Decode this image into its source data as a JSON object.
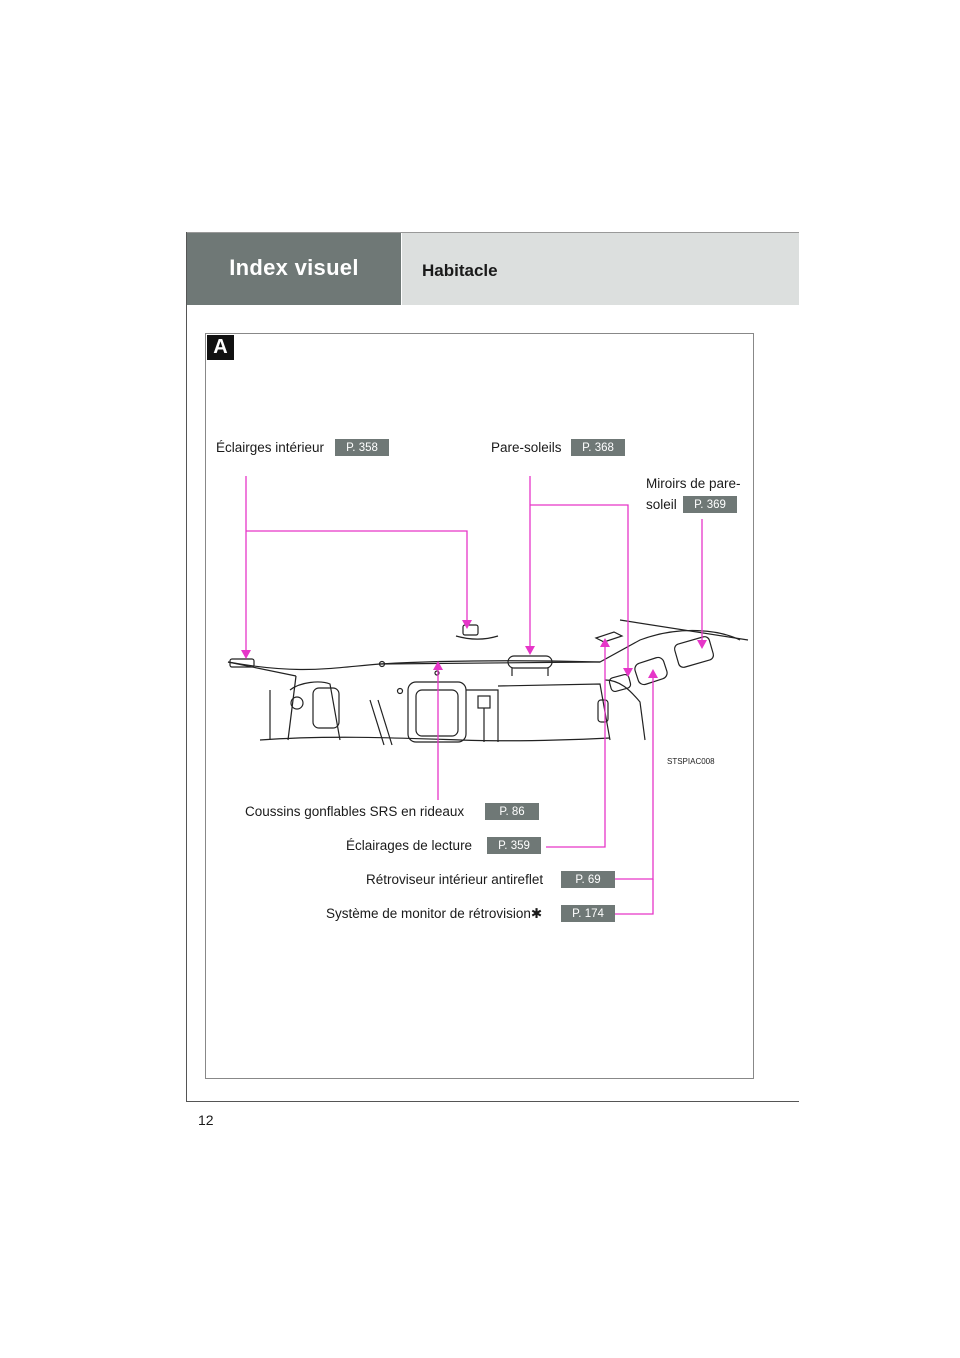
{
  "header": {
    "section_title": "Index visuel",
    "subsection_title": "Habitacle"
  },
  "figure": {
    "badge": "A",
    "caption": "STSPIAC008",
    "callouts": {
      "interior_lights": {
        "label": "Éclairges intérieur",
        "page": "P. 358"
      },
      "sun_visors": {
        "label": "Pare-soleils",
        "page": "P. 368"
      },
      "vanity_mirrors": {
        "label_line1": "Miroirs de pare-",
        "label_line2": "soleil",
        "page": "P. 369"
      },
      "curtain_airbags": {
        "label": "Coussins gonflables SRS en rideaux",
        "page": "P. 86"
      },
      "reading_lights": {
        "label": "Éclairages de lecture",
        "page": "P. 359"
      },
      "rear_view_mirror": {
        "label": "Rétroviseur intérieur antireflet",
        "page": "P. 69"
      },
      "rear_view_monitor": {
        "label": "Système de monitor de rétrovision✱",
        "page": "P. 174"
      }
    },
    "colors": {
      "leader_line": "#e636c8",
      "page_badge": "#6f7876",
      "header_dark": "#6f7876",
      "header_light": "#dcdfde"
    }
  },
  "footer": {
    "page_number": "12"
  }
}
